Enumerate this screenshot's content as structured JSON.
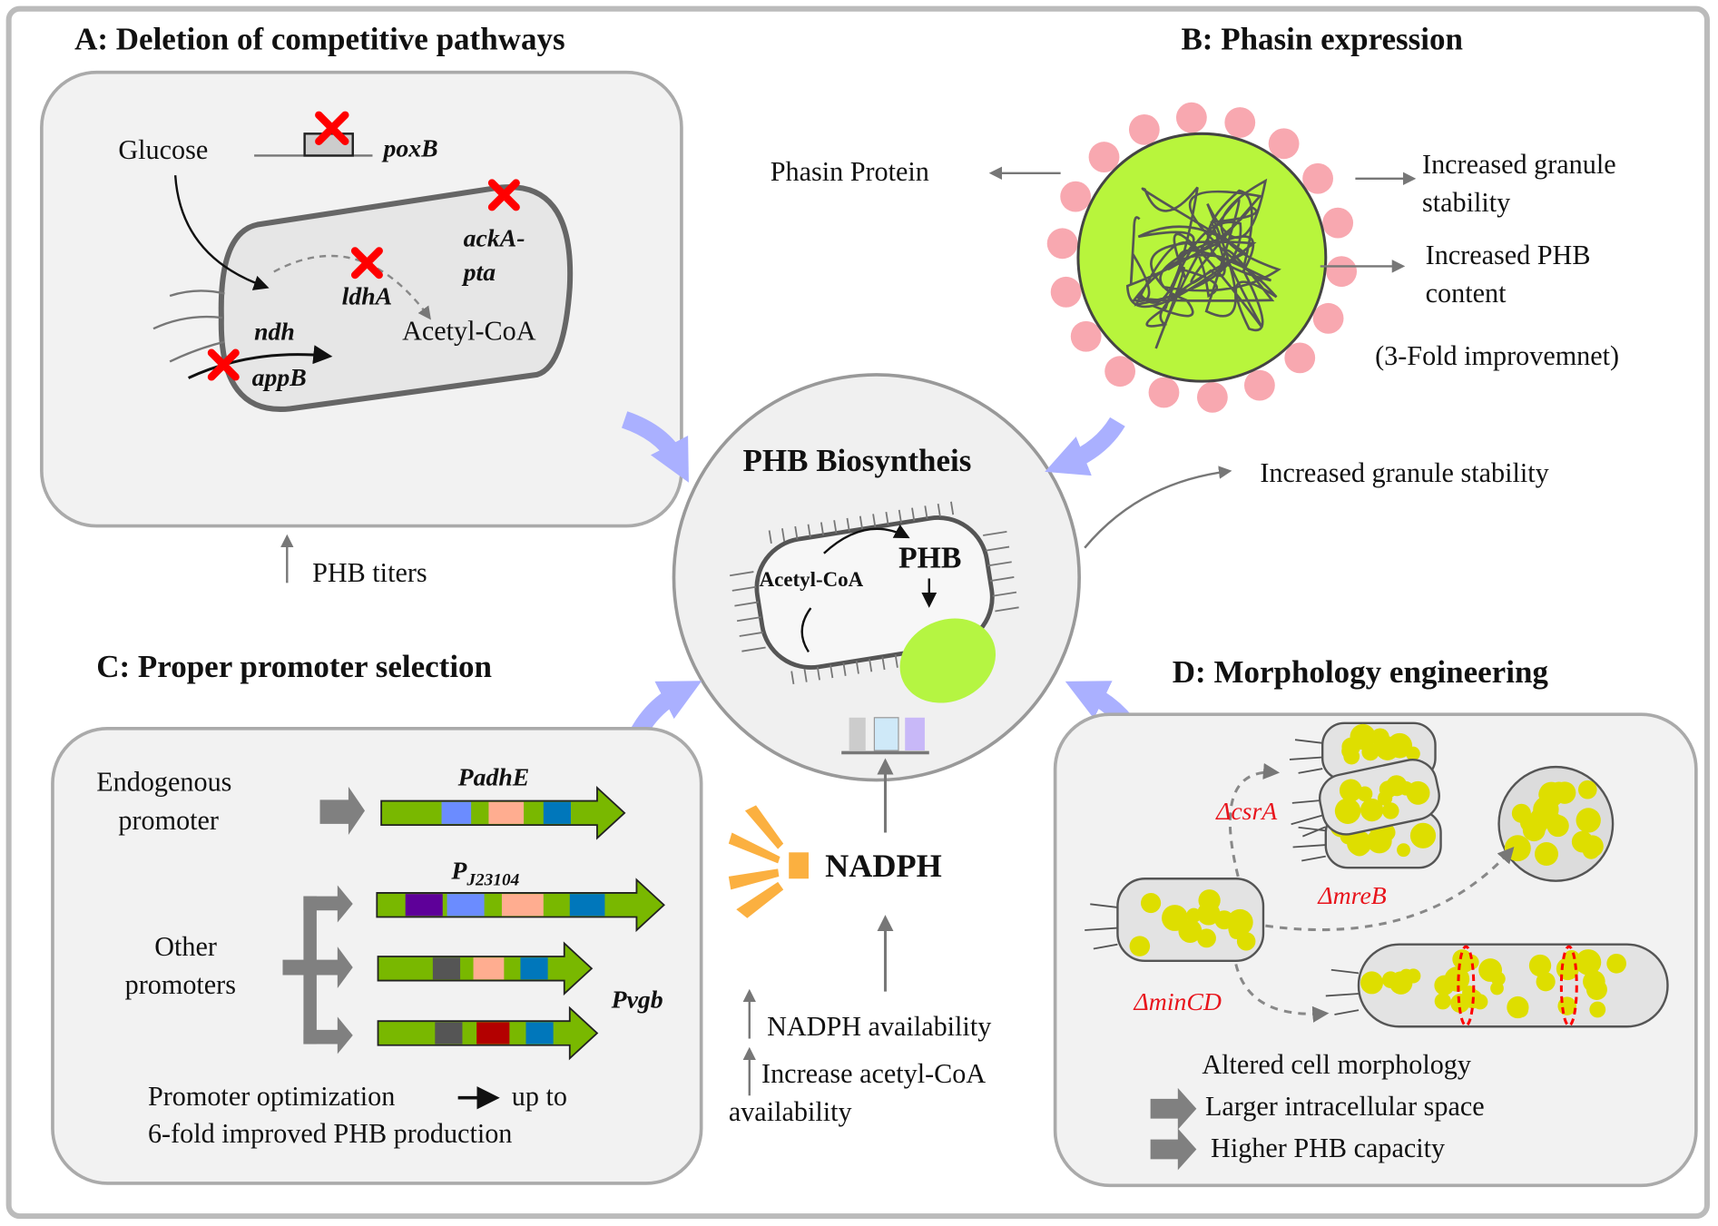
{
  "panel_a": {
    "title": "A: Deletion of competitive pathways",
    "glucose": "Glucose",
    "genes": {
      "poxB": "poxB",
      "ackA": "ackA-",
      "pta": "pta",
      "ldhA": "ldhA",
      "ndh": "ndh",
      "appB": "appB"
    },
    "acetyl_coa": "Acetyl-CoA",
    "outcome": "PHB titers"
  },
  "panel_b": {
    "title": "B: Phasin expression",
    "phasin": "Phasin Protein",
    "effect1_l1": "Increased granule",
    "effect1_l2": "stability",
    "effect2_l1": "Increased PHB",
    "effect2_l2": "content",
    "improvement": "(3-Fold improvemnet)"
  },
  "center": {
    "title": "PHB Biosyntheis",
    "acetyl_coa": "Acetyl-CoA",
    "phb": "PHB",
    "side_effect": "Increased granule stability",
    "nadph": "NADPH",
    "nadph_availability": "NADPH availability",
    "acetyl_l1": "Increase acetyl-CoA",
    "acetyl_l2": "availability"
  },
  "panel_c": {
    "title": "C: Proper promoter selection",
    "endogenous_l1": "Endogenous",
    "endogenous_l2": "promoter",
    "other_l1": "Other",
    "other_l2": "promoters",
    "padhE": "PadhE",
    "pj_main": "P",
    "pj_sub": "J23104",
    "pvgb": "Pvgb",
    "summary_l1a": "Promoter optimization",
    "summary_l1b": "up to",
    "summary_l2": "6-fold improved PHB production"
  },
  "panel_d": {
    "title": "D: Morphology engineering",
    "csrA": "ΔcsrA",
    "mreB": "ΔmreB",
    "minCD": "ΔminCD",
    "altered": "Altered cell morphology",
    "result1": "Larger intracellular space",
    "result2": "Higher PHB capacity"
  },
  "colors": {
    "frame": "#bbbbbb",
    "panel_fill": "#f2f2f2",
    "flow_arrow": "#aab0ff",
    "deletion_mark": "#ff0000",
    "granule_green": "#b8f53c",
    "phasin_pink": "#f8a8b0",
    "gene_green": "#79b800",
    "inclusion_yellow": "#dede00",
    "nadph_orange": "#fbb040"
  }
}
